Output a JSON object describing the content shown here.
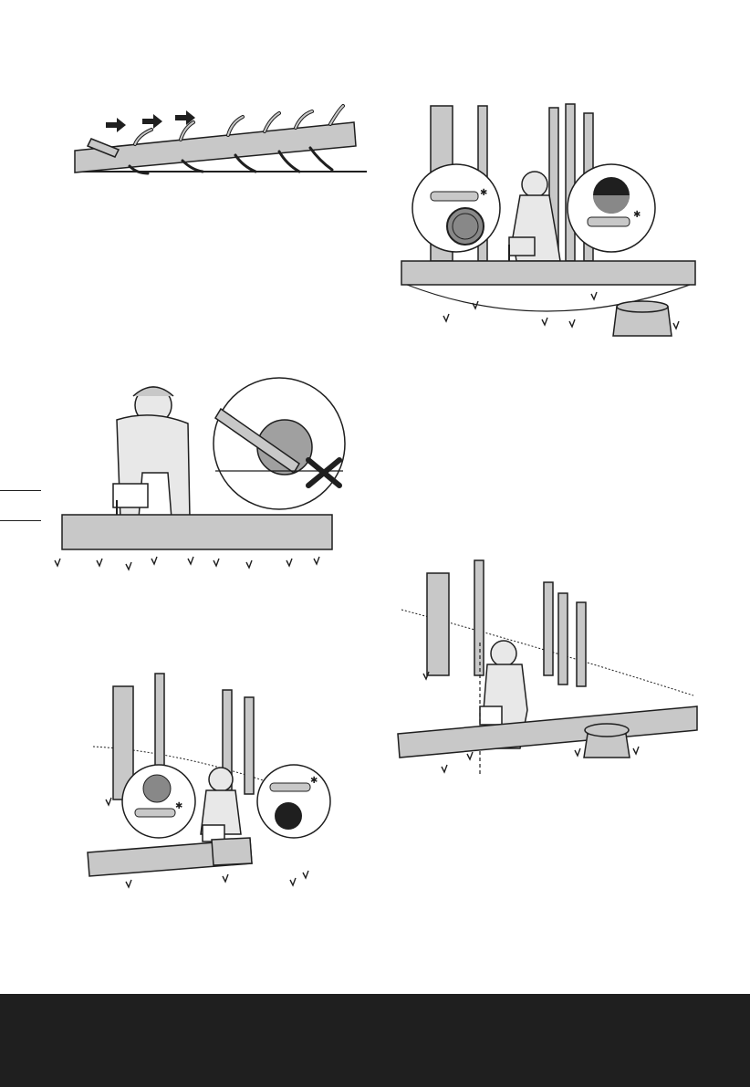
{
  "page": {
    "background": "#ffffff",
    "footer_color": "#1f1f1f",
    "illustration_colors": {
      "ink": "#1f1f1f",
      "log_fill": "#c8c8c8",
      "tree_fill": "#c8c8c8",
      "stump_fill": "#c8c8c8",
      "skin": "#e8e8e8"
    }
  },
  "figures": [
    {
      "name": "limbing-branches",
      "icons": [
        "arrow-right-icon",
        "arrow-right-icon",
        "arrow-right-icon"
      ]
    },
    {
      "name": "bucking-on-ground",
      "icons": [
        "warning-cross-icon"
      ]
    },
    {
      "name": "log-supported-both-ends",
      "icons": [
        "stump-icon"
      ]
    },
    {
      "name": "log-supported-one-end",
      "icons": []
    },
    {
      "name": "log-on-stump",
      "icons": [
        "stump-icon"
      ]
    }
  ]
}
